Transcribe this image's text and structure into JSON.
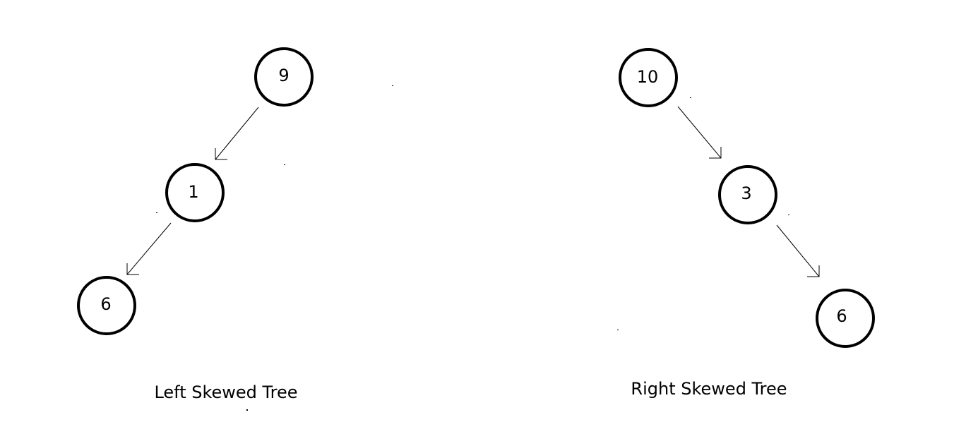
{
  "diagrams": [
    {
      "caption": "Left Skewed Tree",
      "nodes": [
        "9",
        "1",
        "6"
      ]
    },
    {
      "caption": "Right Skewed Tree",
      "nodes": [
        "10",
        "3",
        "6"
      ]
    }
  ],
  "colors": {
    "background": "#ffffff",
    "stroke": "#000000",
    "text": "#000000"
  }
}
